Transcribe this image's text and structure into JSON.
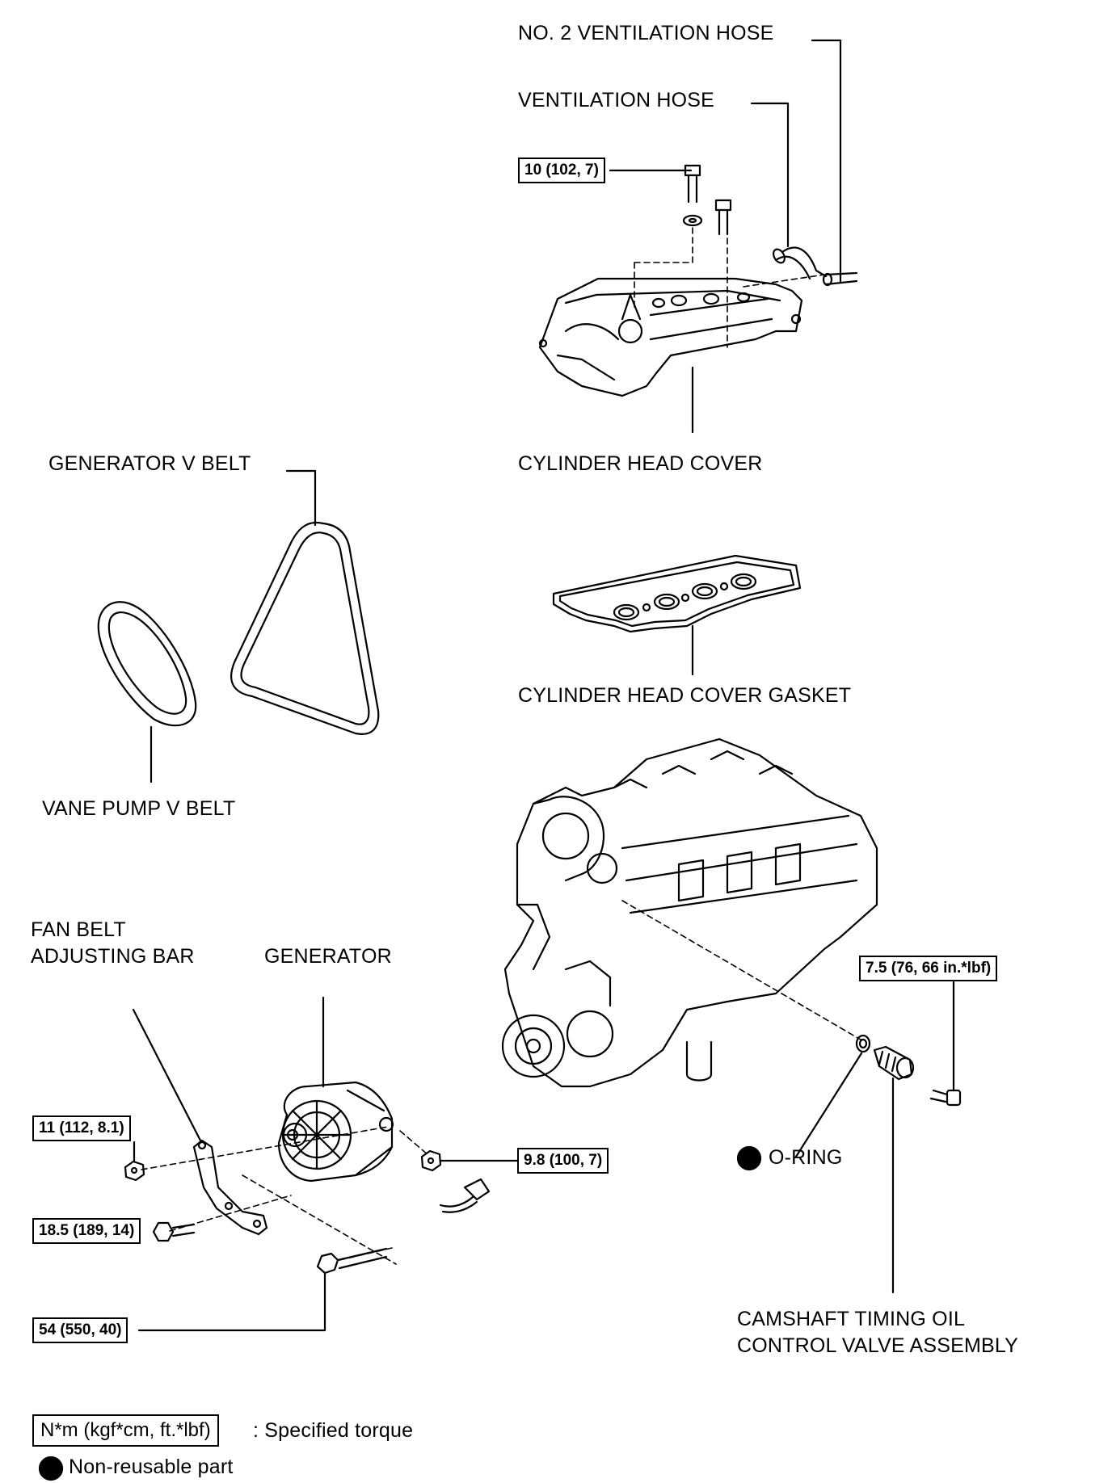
{
  "labels": {
    "no2_ventilation_hose": "NO. 2 VENTILATION HOSE",
    "ventilation_hose": "VENTILATION HOSE",
    "cylinder_head_cover": "CYLINDER HEAD COVER",
    "generator_v_belt": "GENERATOR V BELT",
    "cylinder_head_cover_gasket": "CYLINDER HEAD COVER GASKET",
    "vane_pump_v_belt": "VANE PUMP V BELT",
    "fan_belt_line1": "FAN BELT",
    "fan_belt_line2": "ADJUSTING BAR",
    "generator": "GENERATOR",
    "o_ring": "O-RING",
    "camshaft_line1": "CAMSHAFT TIMING OIL",
    "camshaft_line2": "CONTROL VALVE ASSEMBLY"
  },
  "torques": {
    "head_cover_bolt": "10 (102, 7)",
    "ocv_bolt": "7.5 (76, 66 in.*lbf)",
    "adjust_bar_nut": "11 (112, 8.1)",
    "terminal_nut": "9.8 (100, 7)",
    "adjust_bolt": "18.5 (189, 14)",
    "pivot_bolt": "54 (550, 40)"
  },
  "legend": {
    "torque_unit": "N*m (kgf*cm, ft.*lbf)",
    "torque_desc": ": Specified torque",
    "nonreusable": "Non-reusable part"
  }
}
